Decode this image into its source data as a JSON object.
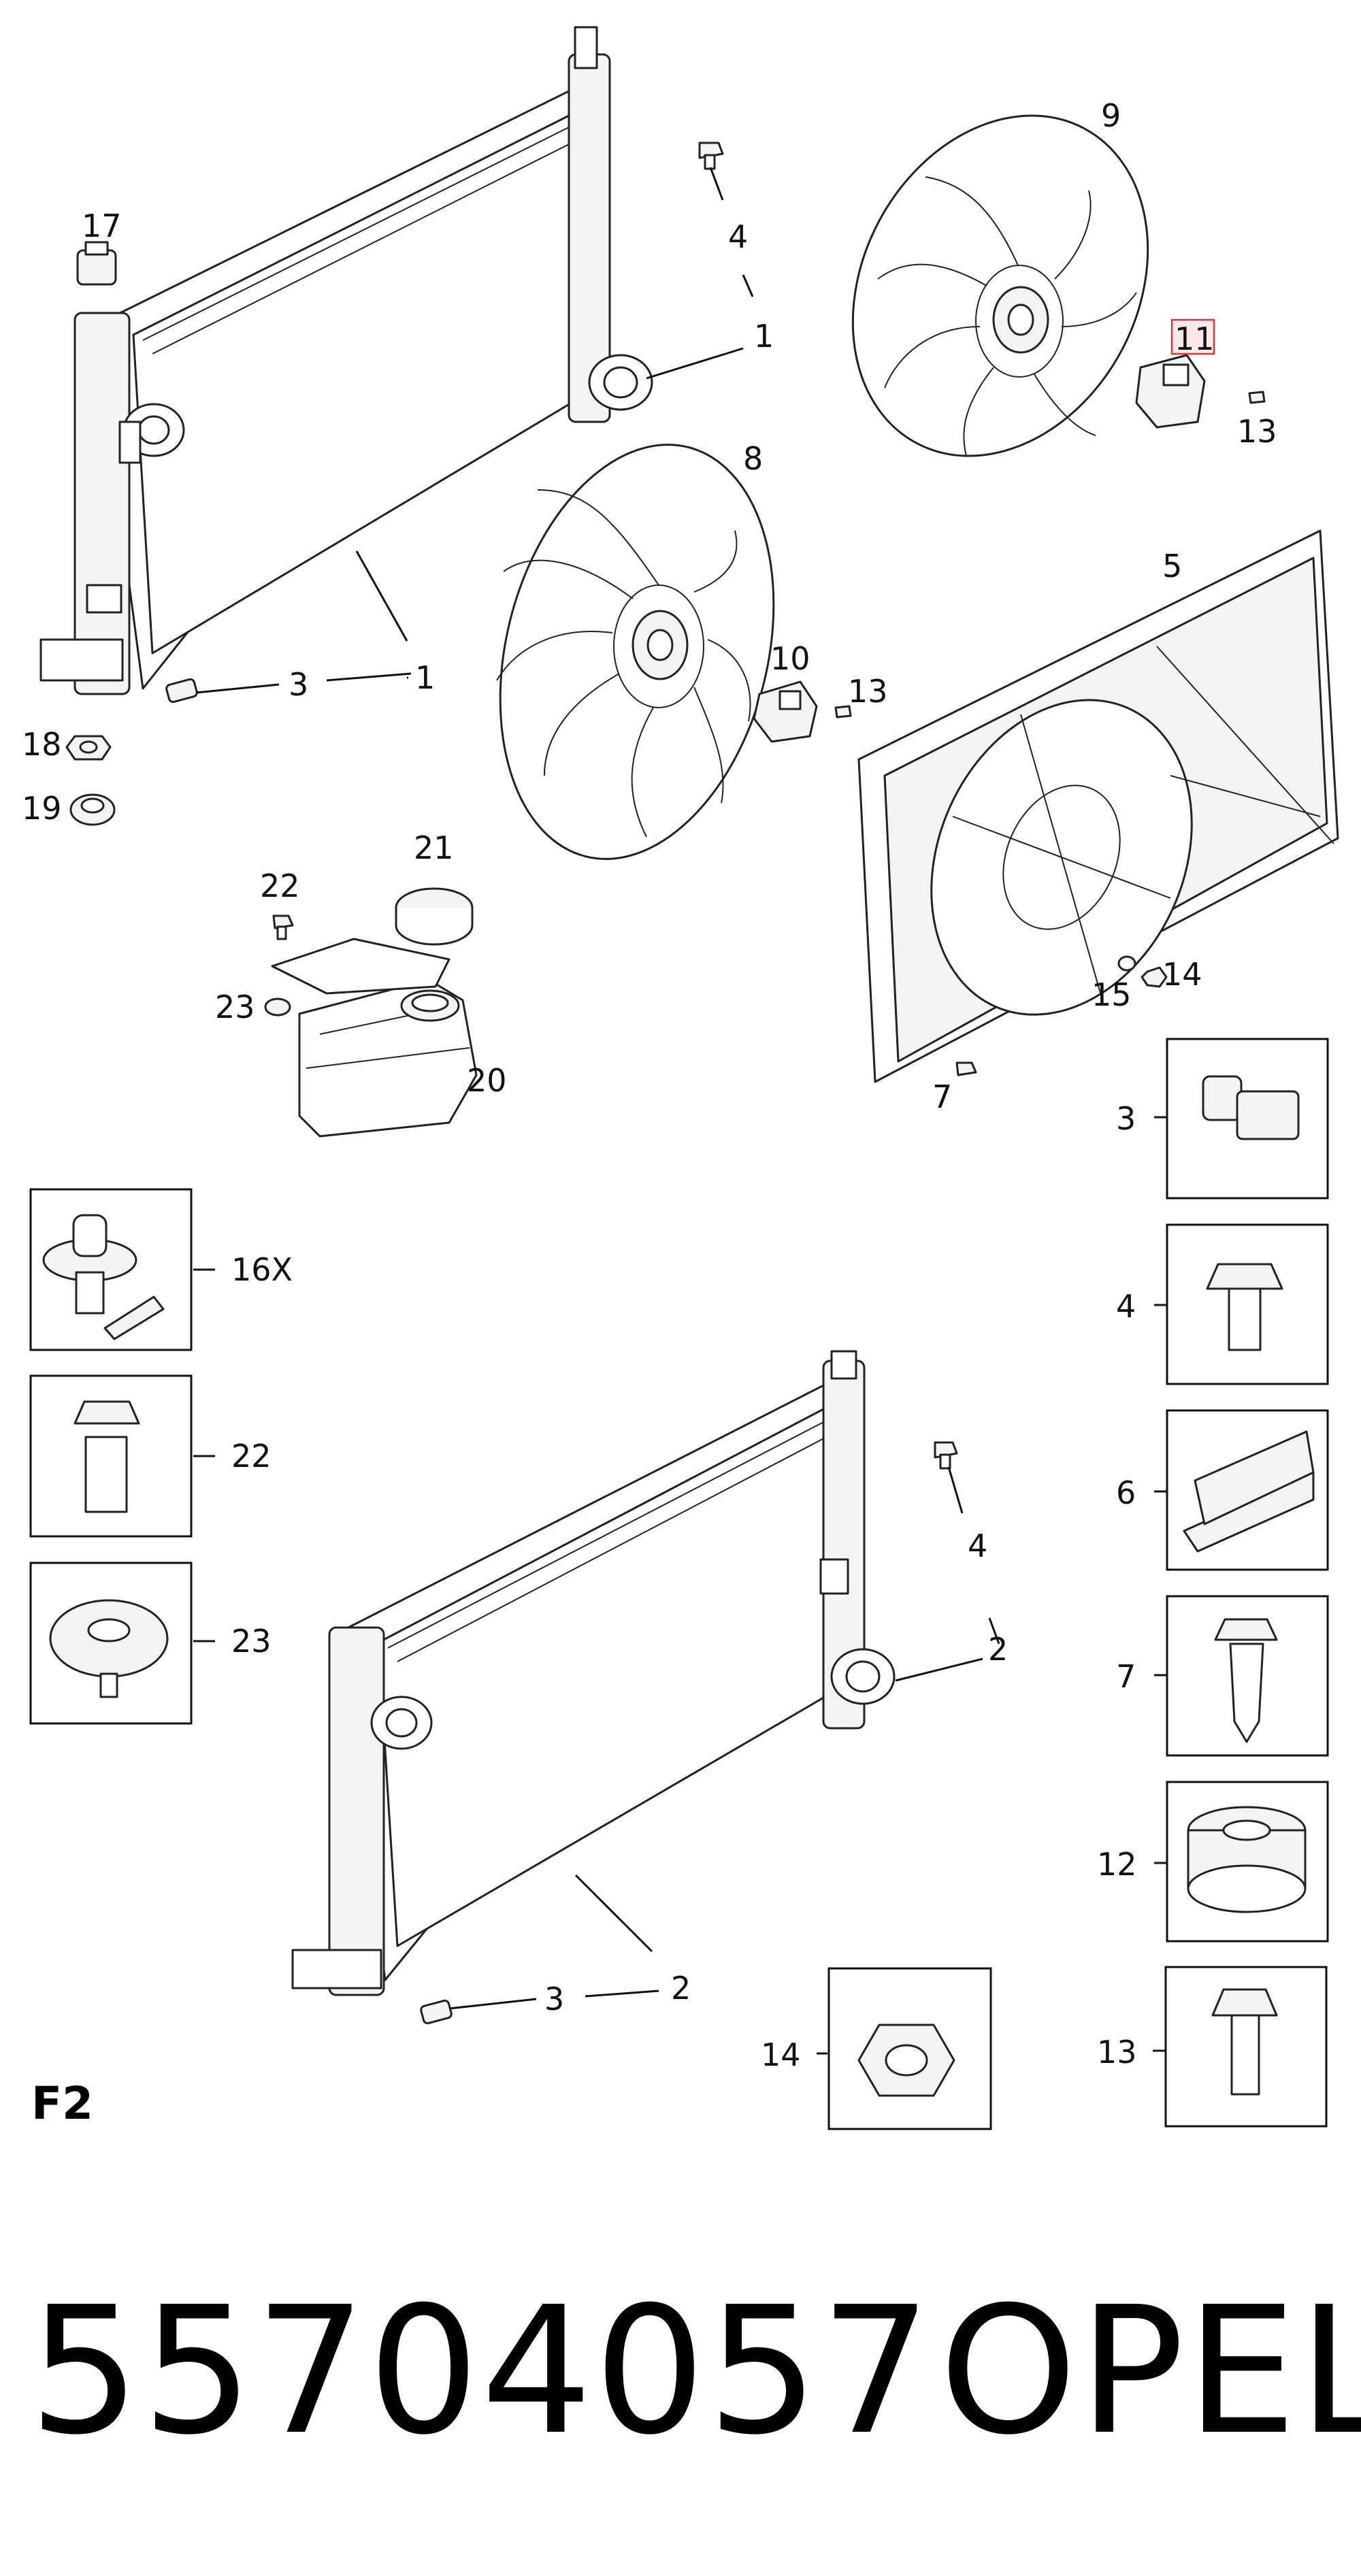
{
  "diagram": {
    "section_code": "F2",
    "callouts": {
      "c1a": "1",
      "c1b": "1",
      "c2a": "2",
      "c2b": "2",
      "c3a": "3",
      "c3b": "3",
      "c3d": "3",
      "c4a": "4",
      "c4b": "4",
      "c4d": "4",
      "c5": "5",
      "c6d": "6",
      "c7": "7",
      "c7d": "7",
      "c8": "8",
      "c9": "9",
      "c10": "10",
      "c11": "11",
      "c12d": "12",
      "c13a": "13",
      "c13b": "13",
      "c13d": "13",
      "c14": "14",
      "c14d": "14",
      "c15": "15",
      "c16d": "16X",
      "c17": "17",
      "c18": "18",
      "c19": "19",
      "c20": "20",
      "c21": "21",
      "c22": "22",
      "c22d": "22",
      "c23": "23",
      "c23d": "23"
    }
  },
  "footer": {
    "part_number": "55704057",
    "brand": "OPEL"
  },
  "colors": {
    "line": "#111111",
    "highlight_border": "#d23c3c",
    "highlight_fill": "#fbe9e9"
  }
}
